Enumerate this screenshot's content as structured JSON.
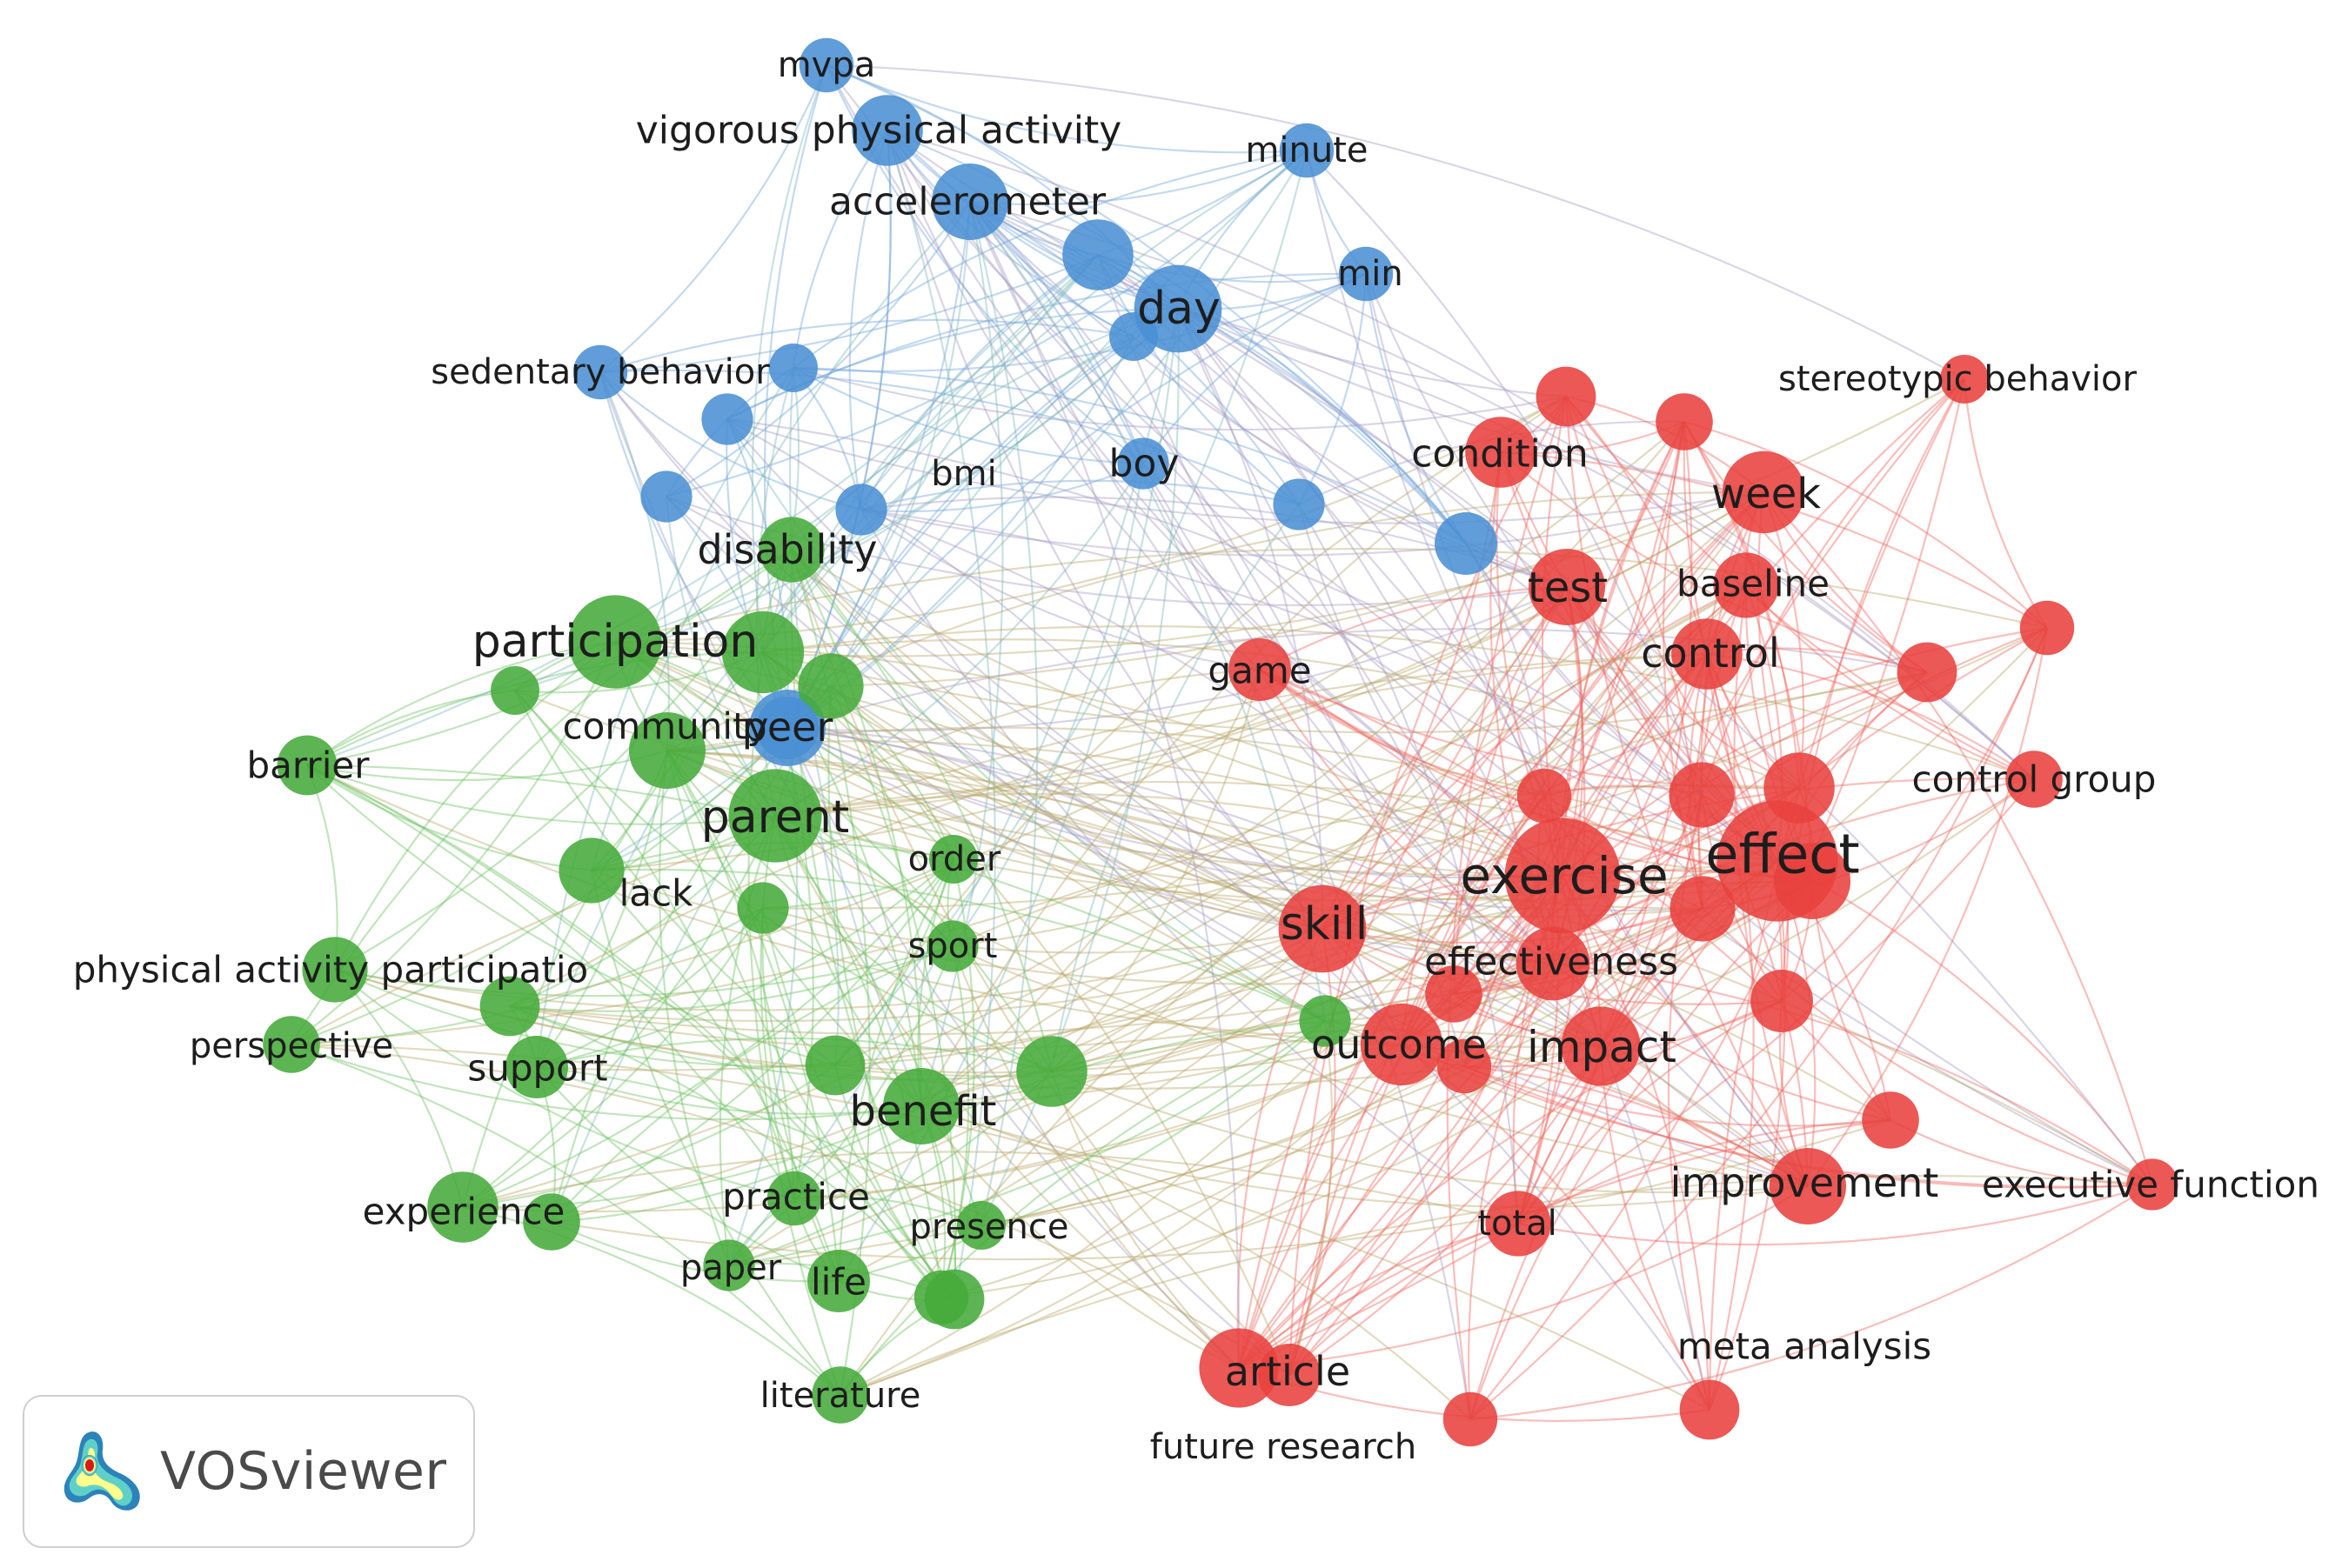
{
  "colors": {
    "red": "#e8413d",
    "green": "#45ab3a",
    "blue": "#4a8fd4",
    "red_edge": "#f0645e",
    "green_edge": "#6cc060",
    "blue_edge": "#6fa4dc"
  },
  "brand": {
    "name": "VOSviewer",
    "logo_icon": "heatmap-logo-icon"
  },
  "nodes": [
    {
      "label": "mvpa",
      "cluster": "blue",
      "size": 1.2
    },
    {
      "label": "vigorous physical activity",
      "cluster": "blue",
      "size": 1.8
    },
    {
      "label": "accelerometer",
      "cluster": "blue",
      "size": 2.0
    },
    {
      "label": "minute",
      "cluster": "blue",
      "size": 1.2
    },
    {
      "label": "",
      "cluster": "blue",
      "size": 1.8
    },
    {
      "label": "day",
      "cluster": "blue",
      "size": 2.4
    },
    {
      "label": "",
      "cluster": "blue",
      "size": 1.0
    },
    {
      "label": "min",
      "cluster": "blue",
      "size": 1.2
    },
    {
      "label": "sedentary behavior",
      "cluster": "blue",
      "size": 1.2
    },
    {
      "label": "",
      "cluster": "blue",
      "size": 1.0
    },
    {
      "label": "",
      "cluster": "blue",
      "size": 1.1
    },
    {
      "label": "",
      "cluster": "blue",
      "size": 1.1
    },
    {
      "label": "bmi",
      "cluster": "blue",
      "size": 1.1
    },
    {
      "label": "boy",
      "cluster": "blue",
      "size": 1.1
    },
    {
      "label": "",
      "cluster": "blue",
      "size": 1.1
    },
    {
      "label": "",
      "cluster": "blue",
      "size": 1.5
    },
    {
      "label": "peer",
      "cluster": "blue",
      "size": 2.0
    },
    {
      "label": "disability",
      "cluster": "green",
      "size": 1.6
    },
    {
      "label": "participation",
      "cluster": "green",
      "size": 2.6
    },
    {
      "label": "",
      "cluster": "green",
      "size": 2.2
    },
    {
      "label": "",
      "cluster": "green",
      "size": 1.6
    },
    {
      "label": "",
      "cluster": "green",
      "size": 1.0
    },
    {
      "label": "community",
      "cluster": "green",
      "size": 2.0
    },
    {
      "label": "barrier",
      "cluster": "green",
      "size": 1.4
    },
    {
      "label": "parent",
      "cluster": "green",
      "size": 2.6
    },
    {
      "label": "order",
      "cluster": "green",
      "size": 1.0
    },
    {
      "label": "lack",
      "cluster": "green",
      "size": 1.6
    },
    {
      "label": "",
      "cluster": "green",
      "size": 1.1
    },
    {
      "label": "sport",
      "cluster": "green",
      "size": 1.1
    },
    {
      "label": "physical activity participatio",
      "cluster": "green",
      "size": 1.6
    },
    {
      "label": "",
      "cluster": "green",
      "size": 1.4
    },
    {
      "label": "perspective",
      "cluster": "green",
      "size": 1.3
    },
    {
      "label": "support",
      "cluster": "green",
      "size": 1.5
    },
    {
      "label": "",
      "cluster": "green",
      "size": 1.4
    },
    {
      "label": "",
      "cluster": "green",
      "size": 1.8
    },
    {
      "label": "benefit",
      "cluster": "green",
      "size": 2.0
    },
    {
      "label": "experience",
      "cluster": "green",
      "size": 1.8
    },
    {
      "label": "",
      "cluster": "green",
      "size": 1.3
    },
    {
      "label": "practice",
      "cluster": "green",
      "size": 1.2
    },
    {
      "label": "presence",
      "cluster": "green",
      "size": 1.0
    },
    {
      "label": "paper",
      "cluster": "green",
      "size": 1.1
    },
    {
      "label": "life",
      "cluster": "green",
      "size": 1.5
    },
    {
      "label": "",
      "cluster": "green",
      "size": 1.4
    },
    {
      "label": "literature",
      "cluster": "green",
      "size": 1.3
    },
    {
      "label": "",
      "cluster": "green",
      "size": 1.2
    },
    {
      "label": "",
      "cluster": "red",
      "size": 1.4
    },
    {
      "label": "",
      "cluster": "red",
      "size": 1.3
    },
    {
      "label": "stereotypic behavior",
      "cluster": "red",
      "size": 1.0
    },
    {
      "label": "condition",
      "cluster": "red",
      "size": 1.8
    },
    {
      "label": "week",
      "cluster": "red",
      "size": 2.2
    },
    {
      "label": "",
      "cluster": "blue",
      "size": 1.5
    },
    {
      "label": "test",
      "cluster": "red",
      "size": 2.0
    },
    {
      "label": "baseline",
      "cluster": "red",
      "size": 1.6
    },
    {
      "label": "control",
      "cluster": "red",
      "size": 1.8
    },
    {
      "label": "",
      "cluster": "red",
      "size": 1.2
    },
    {
      "label": "game",
      "cluster": "red",
      "size": 1.5
    },
    {
      "label": "",
      "cluster": "red",
      "size": 1.4
    },
    {
      "label": "control group",
      "cluster": "red",
      "size": 1.3
    },
    {
      "label": "",
      "cluster": "red",
      "size": 1.2
    },
    {
      "label": "",
      "cluster": "red",
      "size": 1.8
    },
    {
      "label": "",
      "cluster": "red",
      "size": 1.6
    },
    {
      "label": "exercise",
      "cluster": "red",
      "size": 3.4
    },
    {
      "label": "effect",
      "cluster": "red",
      "size": 3.6
    },
    {
      "label": "",
      "cluster": "red",
      "size": 2.0
    },
    {
      "label": "",
      "cluster": "red",
      "size": 1.6
    },
    {
      "label": "skill",
      "cluster": "red",
      "size": 2.4
    },
    {
      "label": "effectiveness",
      "cluster": "red",
      "size": 1.9
    },
    {
      "label": "",
      "cluster": "red",
      "size": 1.3
    },
    {
      "label": "outcome",
      "cluster": "red",
      "size": 2.2
    },
    {
      "label": "",
      "cluster": "red",
      "size": 1.2
    },
    {
      "label": "impact",
      "cluster": "red",
      "size": 2.1
    },
    {
      "label": "",
      "cluster": "red",
      "size": 1.5
    },
    {
      "label": "improvement",
      "cluster": "red",
      "size": 2.0
    },
    {
      "label": "executive function",
      "cluster": "red",
      "size": 1.1
    },
    {
      "label": "total",
      "cluster": "red",
      "size": 1.6
    },
    {
      "label": "meta analysis",
      "cluster": "red",
      "size": 1.4
    },
    {
      "label": "",
      "cluster": "red",
      "size": 1.3
    },
    {
      "label": "article",
      "cluster": "red",
      "size": 2.1
    },
    {
      "label": "",
      "cluster": "red",
      "size": 1.5
    },
    {
      "label": "future research",
      "cluster": "red",
      "size": 1.2
    },
    {
      "label": "",
      "cluster": "green",
      "size": 1.1
    }
  ]
}
